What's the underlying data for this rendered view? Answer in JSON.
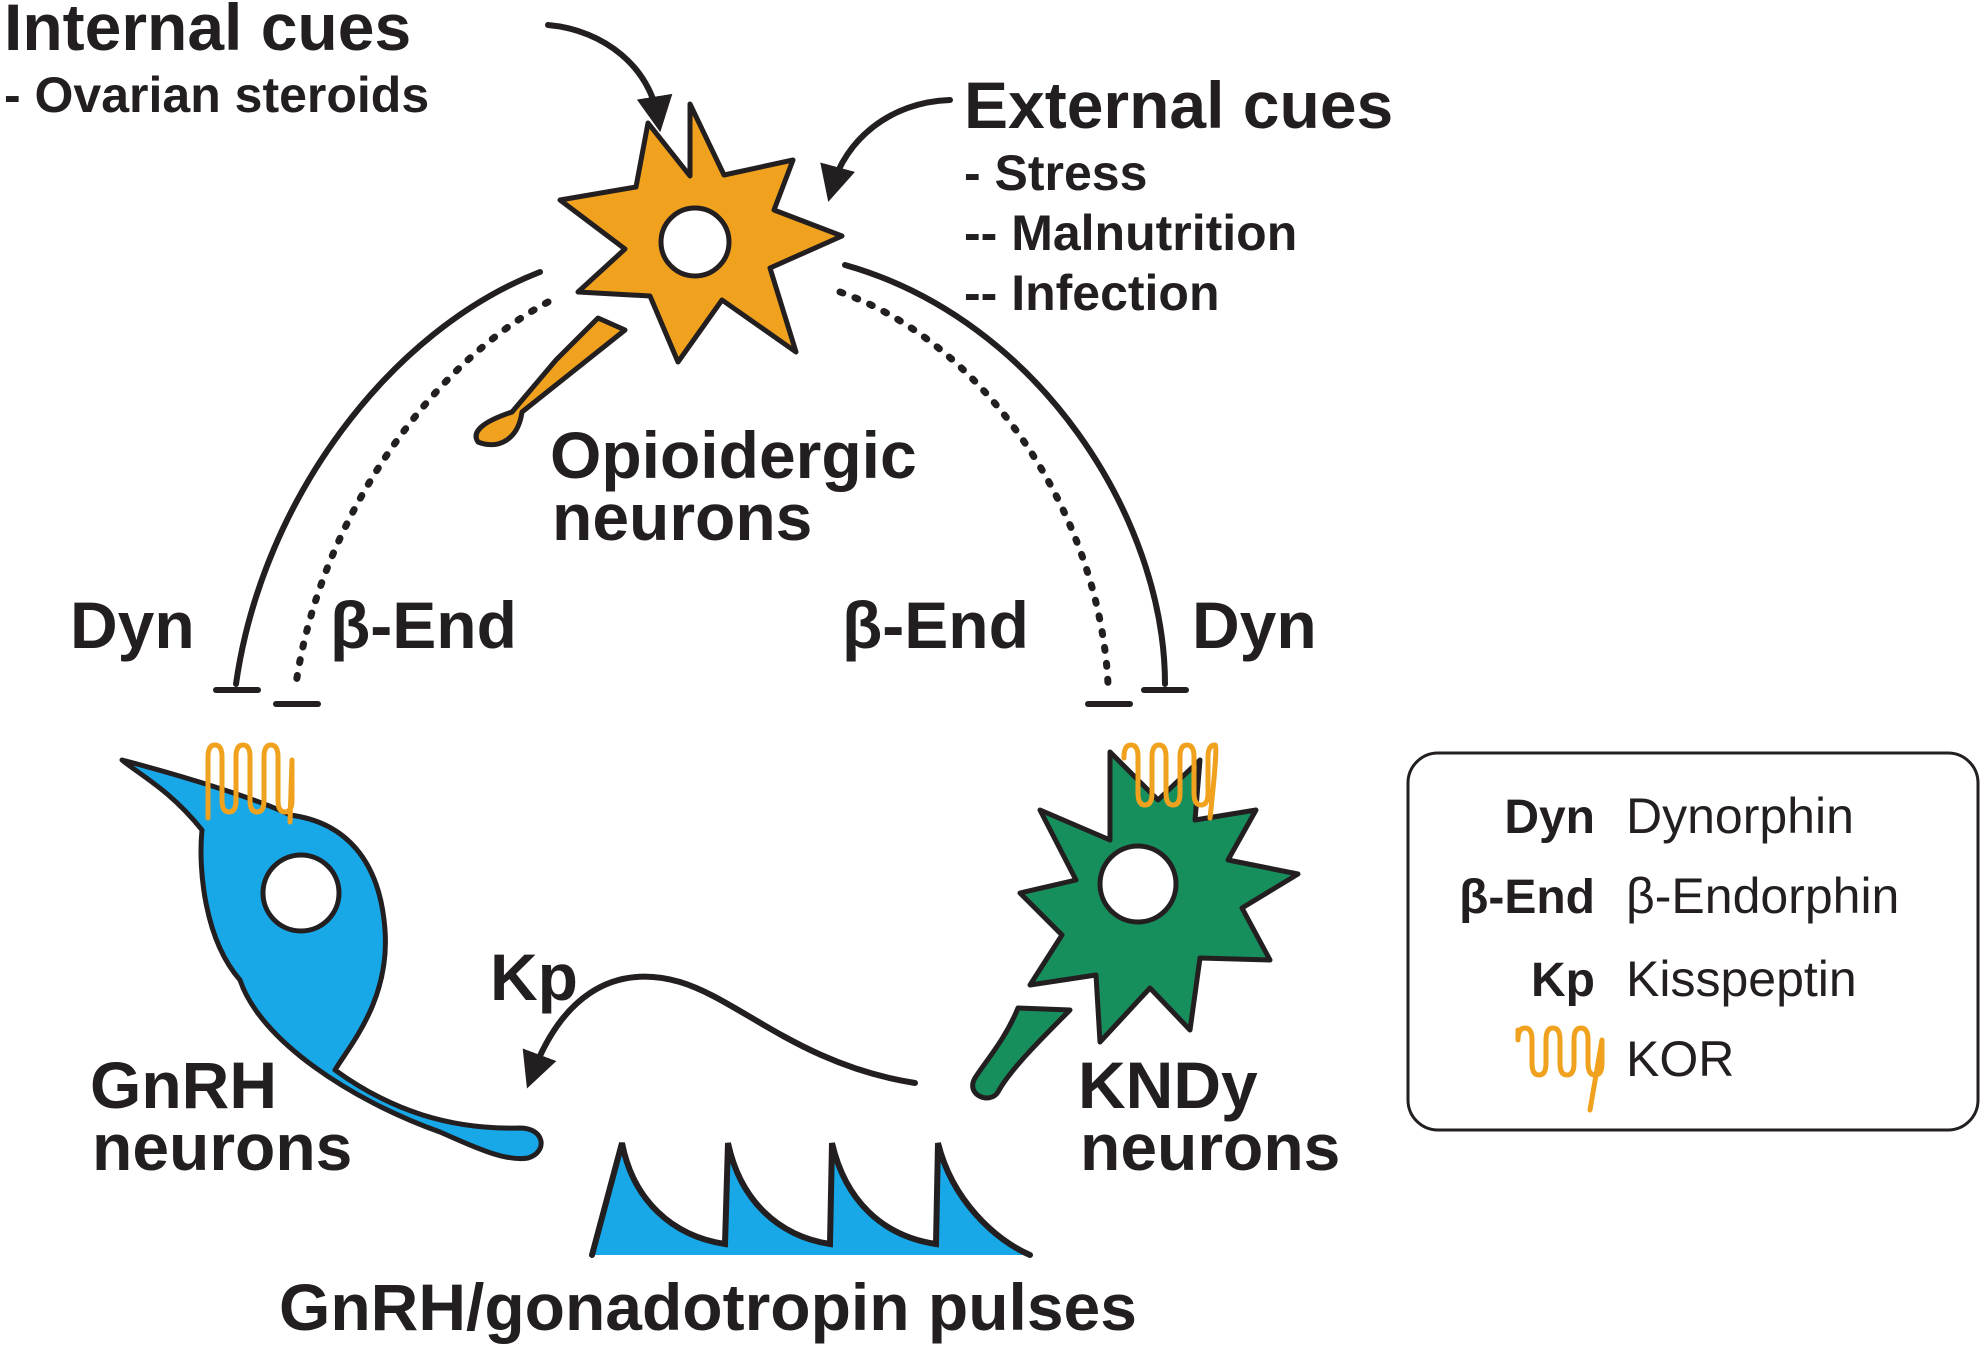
{
  "internal_cues": {
    "title": "Internal cues",
    "item": "- Ovarian steroids"
  },
  "external_cues": {
    "title": "External cues",
    "items": [
      "- Stress",
      "-- Malnutrition",
      "-- Infection"
    ]
  },
  "neurons": {
    "opioidergic": [
      "Opioidergic",
      "neurons"
    ],
    "gnrh": [
      "GnRH",
      "neurons"
    ],
    "kndy": [
      "KNDy",
      "neurons"
    ]
  },
  "signals": {
    "dyn_left": "Dyn",
    "bend_left": "β-End",
    "bend_right": "β-End",
    "dyn_right": "Dyn",
    "kp": "Kp"
  },
  "pulses_label": "GnRH/gonadotropin pulses",
  "legend": [
    {
      "abbr": "Dyn",
      "full": "Dynorphin"
    },
    {
      "abbr": "β-End",
      "full": "β-Endorphin"
    },
    {
      "abbr": "Kp",
      "full": "Kisspeptin"
    },
    {
      "abbr": "",
      "full": "KOR"
    }
  ],
  "colors": {
    "opioidergic": "#f0a21e",
    "gnrh": "#18a8e8",
    "kndy": "#178f5c",
    "kor": "#f0a21e",
    "ink": "#231f20"
  }
}
